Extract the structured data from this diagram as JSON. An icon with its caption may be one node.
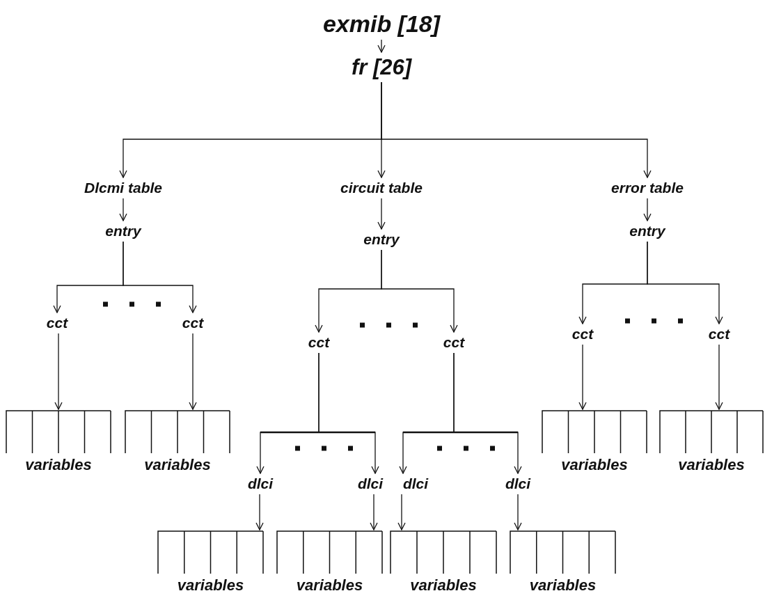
{
  "diagram": {
    "nodes": [
      {
        "text": [
          "exmib [18]"
        ]
      },
      {
        "text": [
          "fr [26]"
        ]
      },
      {
        "text": [
          "Dlcmi table"
        ]
      },
      {
        "text": [
          "circuit table"
        ]
      },
      {
        "text": [
          "error table"
        ]
      },
      {
        "text": [
          "entry"
        ]
      },
      {
        "text": [
          "entry"
        ]
      },
      {
        "text": [
          "entry"
        ]
      },
      {
        "text": [
          "cct"
        ]
      },
      {
        "text": [
          "cct"
        ]
      },
      {
        "text": [
          "cct"
        ]
      },
      {
        "text": [
          "cct"
        ]
      },
      {
        "text": [
          "cct"
        ]
      },
      {
        "text": [
          "cct"
        ]
      },
      {
        "text": [
          "variables"
        ]
      },
      {
        "text": [
          "variables"
        ]
      },
      {
        "text": [
          "variables"
        ]
      },
      {
        "text": [
          "variables"
        ]
      },
      {
        "text": [
          "dlci"
        ]
      },
      {
        "text": [
          "dlci"
        ]
      },
      {
        "text": [
          "dlci"
        ]
      },
      {
        "text": [
          "dlci"
        ]
      },
      {
        "text": [
          "variables"
        ]
      },
      {
        "text": [
          "variables"
        ]
      },
      {
        "text": [
          "variables"
        ]
      },
      {
        "text": [
          "variables"
        ]
      }
    ],
    "edges": [
      {
        "from": 0,
        "to": 1,
        "arrow": "to"
      },
      {
        "from": 1,
        "to": 2,
        "arrow": "to"
      },
      {
        "from": 1,
        "to": 3,
        "arrow": "to"
      },
      {
        "from": 1,
        "to": 4,
        "arrow": "to"
      },
      {
        "from": 2,
        "to": 5,
        "arrow": "to"
      },
      {
        "from": 3,
        "to": 6,
        "arrow": "to"
      },
      {
        "from": 4,
        "to": 7,
        "arrow": "to"
      },
      {
        "from": 5,
        "to": 8,
        "arrow": "to"
      },
      {
        "from": 5,
        "to": 9,
        "arrow": "to"
      },
      {
        "from": 6,
        "to": 10,
        "arrow": "to"
      },
      {
        "from": 6,
        "to": 11,
        "arrow": "to"
      },
      {
        "from": 7,
        "to": 12,
        "arrow": "to"
      },
      {
        "from": 7,
        "to": 13,
        "arrow": "to"
      },
      {
        "from": 8,
        "to": 14,
        "arrow": "to"
      },
      {
        "from": 9,
        "to": 15,
        "arrow": "to"
      },
      {
        "from": 12,
        "to": 16,
        "arrow": "to"
      },
      {
        "from": 13,
        "to": 17,
        "arrow": "to"
      },
      {
        "from": 10,
        "to": 18,
        "arrow": "to"
      },
      {
        "from": 10,
        "to": 19,
        "arrow": "to"
      },
      {
        "from": 11,
        "to": 20,
        "arrow": "to"
      },
      {
        "from": 11,
        "to": 21,
        "arrow": "to"
      },
      {
        "from": 18,
        "to": 22,
        "arrow": "to"
      },
      {
        "from": 19,
        "to": 23,
        "arrow": "to"
      },
      {
        "from": 20,
        "to": 24,
        "arrow": "to"
      },
      {
        "from": 21,
        "to": 25,
        "arrow": "to"
      }
    ]
  }
}
